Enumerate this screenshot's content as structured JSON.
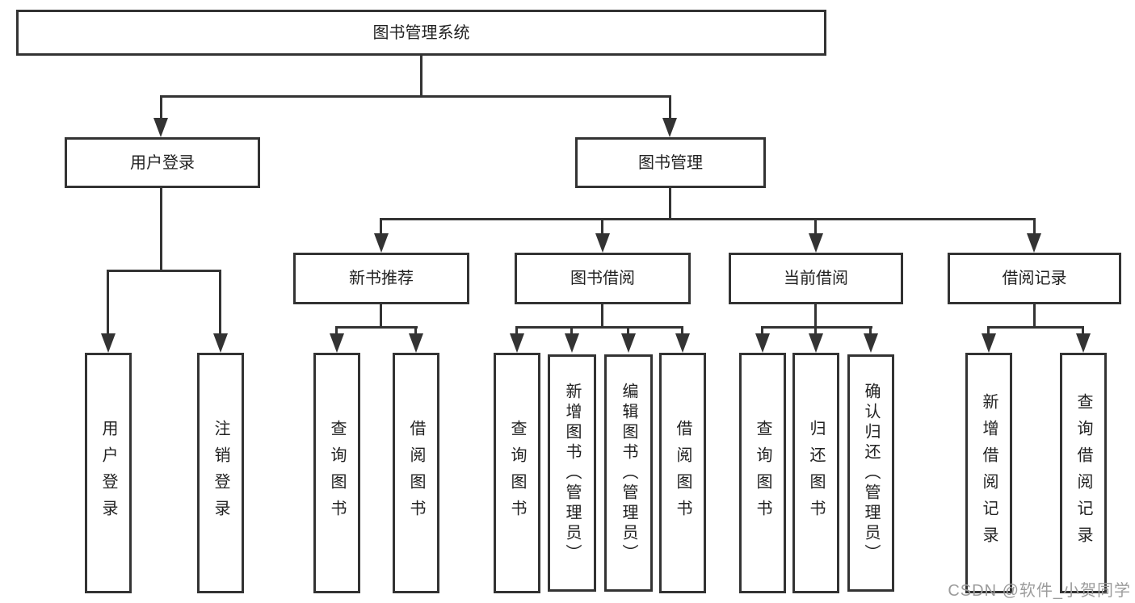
{
  "diagram": {
    "title": "图书管理系统",
    "nodes": {
      "root": "图书管理系统",
      "user_login": "用户登录",
      "book_management": "图书管理",
      "new_book_recommend": "新书推荐",
      "book_borrow": "图书借阅",
      "current_borrow": "当前借阅",
      "borrow_records": "借阅记录",
      "leaf_user_login": "用户登录",
      "leaf_logout": "注销登录",
      "nb_query": "查询图书",
      "nb_borrow": "借阅图书",
      "bb_query": "查询图书",
      "bb_add": "新增图书（管理员）",
      "bb_edit": "编辑图书（管理员）",
      "bb_borrow": "借阅图书",
      "cb_query": "查询图书",
      "cb_return": "归还图书",
      "cb_confirm": "确认归还（管理员）",
      "br_add": "新增借阅记录",
      "br_query": "查询借阅记录"
    },
    "tree": {
      "图书管理系统": {
        "用户登录": [
          "用户登录",
          "注销登录"
        ],
        "图书管理": {
          "新书推荐": [
            "查询图书",
            "借阅图书"
          ],
          "图书借阅": [
            "查询图书",
            "新增图书（管理员）",
            "编辑图书（管理员）",
            "借阅图书"
          ],
          "当前借阅": [
            "查询图书",
            "归还图书",
            "确认归还（管理员）"
          ],
          "借阅记录": [
            "新增借阅记录",
            "查询借阅记录"
          ]
        }
      }
    }
  },
  "watermark": {
    "text": "CSDN @软件_小贺同学"
  },
  "colors": {
    "line": "#333333",
    "box_border": "#333333",
    "box_background": "#ffffff",
    "text": "#222222",
    "watermark": "#9c9c9c",
    "page_background": "#ffffff"
  }
}
